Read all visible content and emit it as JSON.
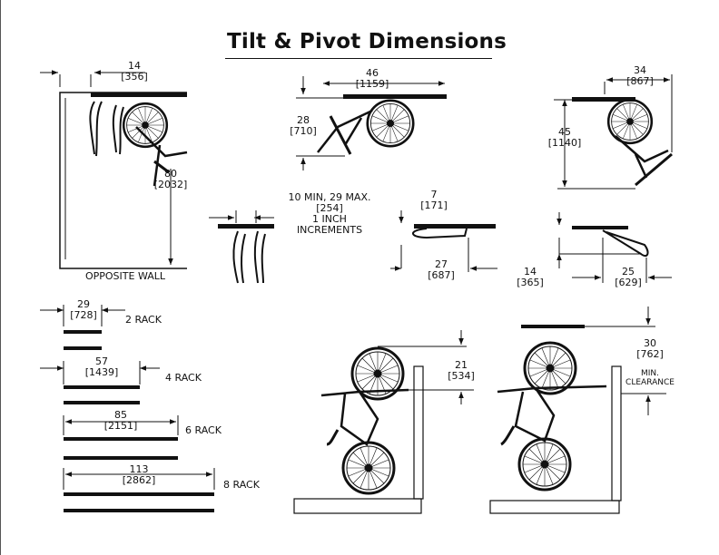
{
  "title": "Tilt & Pivot Dimensions",
  "panels": {
    "opposite_wall": {
      "width": "14",
      "width_metric": "[356]",
      "height": "80",
      "height_metric": "[2032]",
      "label": "OPPOSITE WALL"
    },
    "tilt": {
      "width": "46",
      "width_metric": "[1159]",
      "height": "28",
      "height_metric": "[710]"
    },
    "pivot": {
      "width": "34",
      "width_metric": "[867]",
      "height": "45",
      "height_metric": "[1140]"
    },
    "spacing": {
      "line1": "10 MIN, 29 MAX.",
      "line2": "[254]",
      "line3": "1 INCH",
      "line4": "INCREMENTS"
    },
    "rack_side_a": {
      "top": "7",
      "top_metric": "[171]",
      "depth": "27",
      "depth_metric": "[687]"
    },
    "rack_side_b": {
      "height": "14",
      "height_metric": "[365]",
      "depth": "25",
      "depth_metric": "[629]"
    }
  },
  "racks": [
    {
      "width": "29",
      "width_metric": "[728]",
      "label": "2 RACK"
    },
    {
      "width": "57",
      "width_metric": "[1439]",
      "label": "4 RACK"
    },
    {
      "width": "85",
      "width_metric": "[2151]",
      "label": "6 RACK"
    },
    {
      "width": "113",
      "width_metric": "[2862]",
      "label": "8 RACK"
    }
  ],
  "floor_views": {
    "drop": "21",
    "drop_metric": "[534]",
    "clearance": "30",
    "clearance_metric": "[762]",
    "clearance_line1": "MIN.",
    "clearance_line2": "CLEARANCE"
  }
}
